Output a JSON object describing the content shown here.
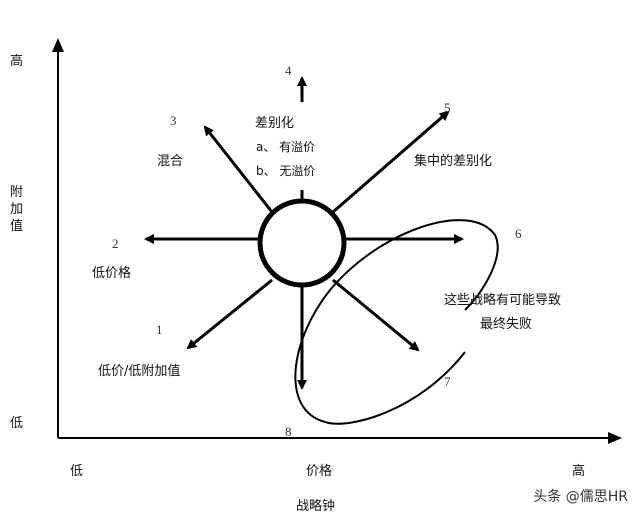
{
  "axes": {
    "y_high": "高",
    "y_label": "附加值",
    "y_low": "低",
    "x_low": "低",
    "x_label": "价格",
    "x_high": "高",
    "title": "战略钟"
  },
  "strategies": [
    {
      "num": "1",
      "label": "低价/低附加值"
    },
    {
      "num": "2",
      "label": "低价格"
    },
    {
      "num": "3",
      "label": "混合"
    },
    {
      "num": "4",
      "label": "差别化",
      "sub": [
        "a、 有溢价",
        "b、 无溢价"
      ]
    },
    {
      "num": "5",
      "label": "集中的差别化"
    },
    {
      "num": "6"
    },
    {
      "num": "7"
    },
    {
      "num": "8"
    }
  ],
  "failure_note": [
    "这些战略有可能导致",
    "最终失败"
  ],
  "watermark": "头条 @儒思HR"
}
